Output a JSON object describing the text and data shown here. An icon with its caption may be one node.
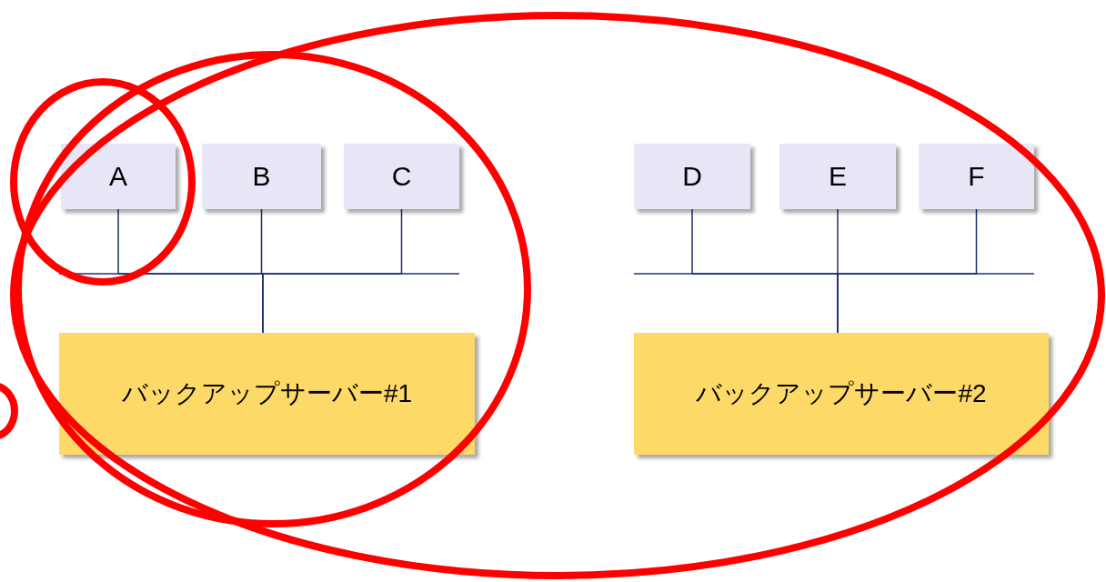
{
  "diagram": {
    "nodes": [
      {
        "text": [
          "A"
        ]
      },
      {
        "text": [
          "B"
        ]
      },
      {
        "text": [
          "C"
        ]
      },
      {
        "text": [
          "D"
        ]
      },
      {
        "text": [
          "E"
        ]
      },
      {
        "text": [
          "F"
        ]
      },
      {
        "text": [
          "バックアップサーバー#1"
        ]
      },
      {
        "text": [
          "バックアップサーバー#2"
        ]
      }
    ],
    "edges": [
      {
        "from": 0,
        "to": 6,
        "arrow": "none"
      },
      {
        "from": 1,
        "to": 6,
        "arrow": "none"
      },
      {
        "from": 2,
        "to": 6,
        "arrow": "none"
      },
      {
        "from": 3,
        "to": 7,
        "arrow": "none"
      },
      {
        "from": 4,
        "to": 7,
        "arrow": "none"
      },
      {
        "from": 5,
        "to": 7,
        "arrow": "none"
      }
    ]
  }
}
